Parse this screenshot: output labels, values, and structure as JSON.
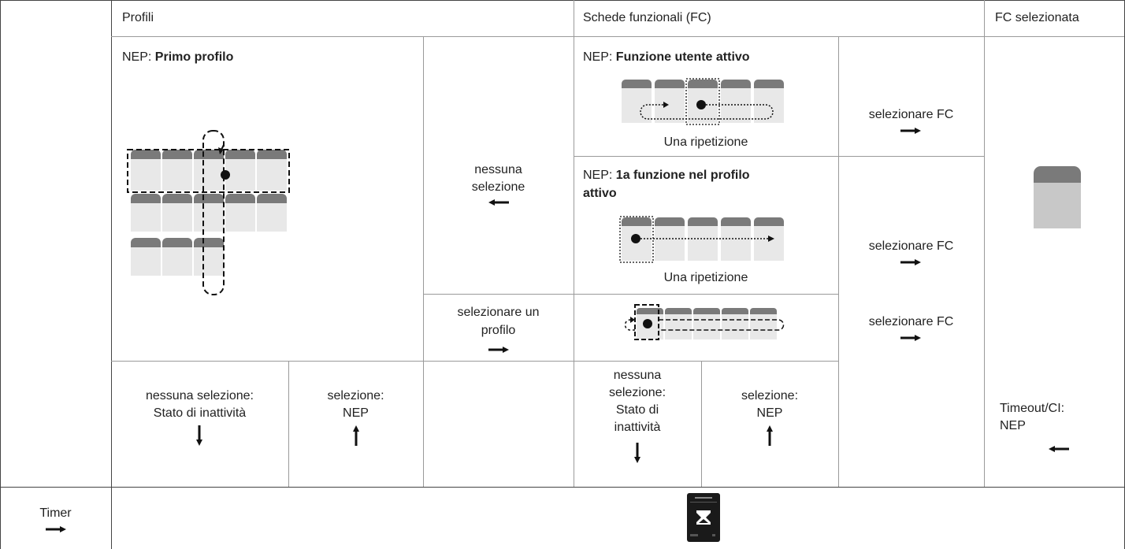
{
  "headers": {
    "profili": "Profili",
    "schede": "Schede funzionali (FC)",
    "fc_selezionata": "FC selezionata"
  },
  "profili": {
    "nep_prefix": "NEP: ",
    "primo_profilo": "Primo profilo",
    "nessuna_selezione": [
      "nessuna",
      "selezione"
    ],
    "selezionare_profilo": [
      "selezionare un",
      "profilo"
    ],
    "idle": [
      "nessuna selezione:",
      "Stato di inattività"
    ],
    "sel_nep": [
      "selezione:",
      "NEP"
    ]
  },
  "schede": {
    "nep_prefix": "NEP: ",
    "funzione_utente": "Funzione utente attivo",
    "prima_funzione": [
      "1a funzione nel profilo",
      "attivo"
    ],
    "una_ripetizione": "Una ripetizione",
    "selezionare_fc": "selezionare FC",
    "idle": [
      "nessuna",
      "selezione:",
      "Stato di",
      "inattività"
    ],
    "sel_nep": [
      "selezione:",
      "NEP"
    ]
  },
  "fc_selezionata": {
    "timeout": [
      "Timeout/CI:",
      "NEP"
    ]
  },
  "timer": {
    "label": "Timer"
  },
  "colors": {
    "line": "#444444",
    "card_top": "#7a7a7a",
    "card_body": "#e8e8e8",
    "selected_body": "#c8c8c8"
  },
  "icons": {
    "arrow": "arrow-icon",
    "hourglass": "hourglass-icon"
  }
}
